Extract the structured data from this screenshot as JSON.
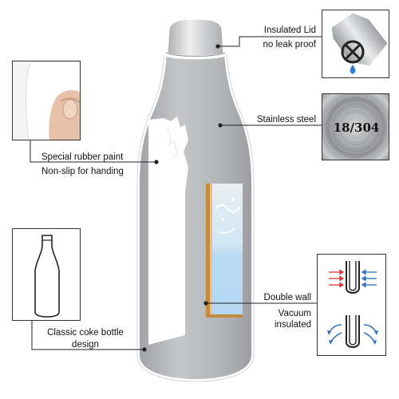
{
  "features": {
    "lid": {
      "line1": "Insulated Lid",
      "line2": "no leak proof"
    },
    "steel": {
      "label": "Stainless steel",
      "badge": "18/304"
    },
    "paint": {
      "line1": "Special rubber paint",
      "line2": "Non-slip for handing"
    },
    "wall": {
      "line1": "Double wall",
      "line2": "Vacuum",
      "line3": "insulated"
    },
    "shape": {
      "line1": "Classic coke bottle",
      "line2": "design"
    }
  },
  "icons": {
    "lid": "lid-no-leak-icon",
    "steel": "brushed-steel-swatch",
    "finger": "finger-touch-photo",
    "outline": "bottle-outline-icon",
    "wall": "double-wall-vacuum-icon"
  },
  "colors": {
    "bottle": "#b6b8ba",
    "cap": "#d8dadb",
    "white_paint": "#ffffff",
    "water": "#b9dcf3",
    "copper": "#c48a3e",
    "heat_red": "#d9393b",
    "cold_blue": "#2f6fc7"
  }
}
